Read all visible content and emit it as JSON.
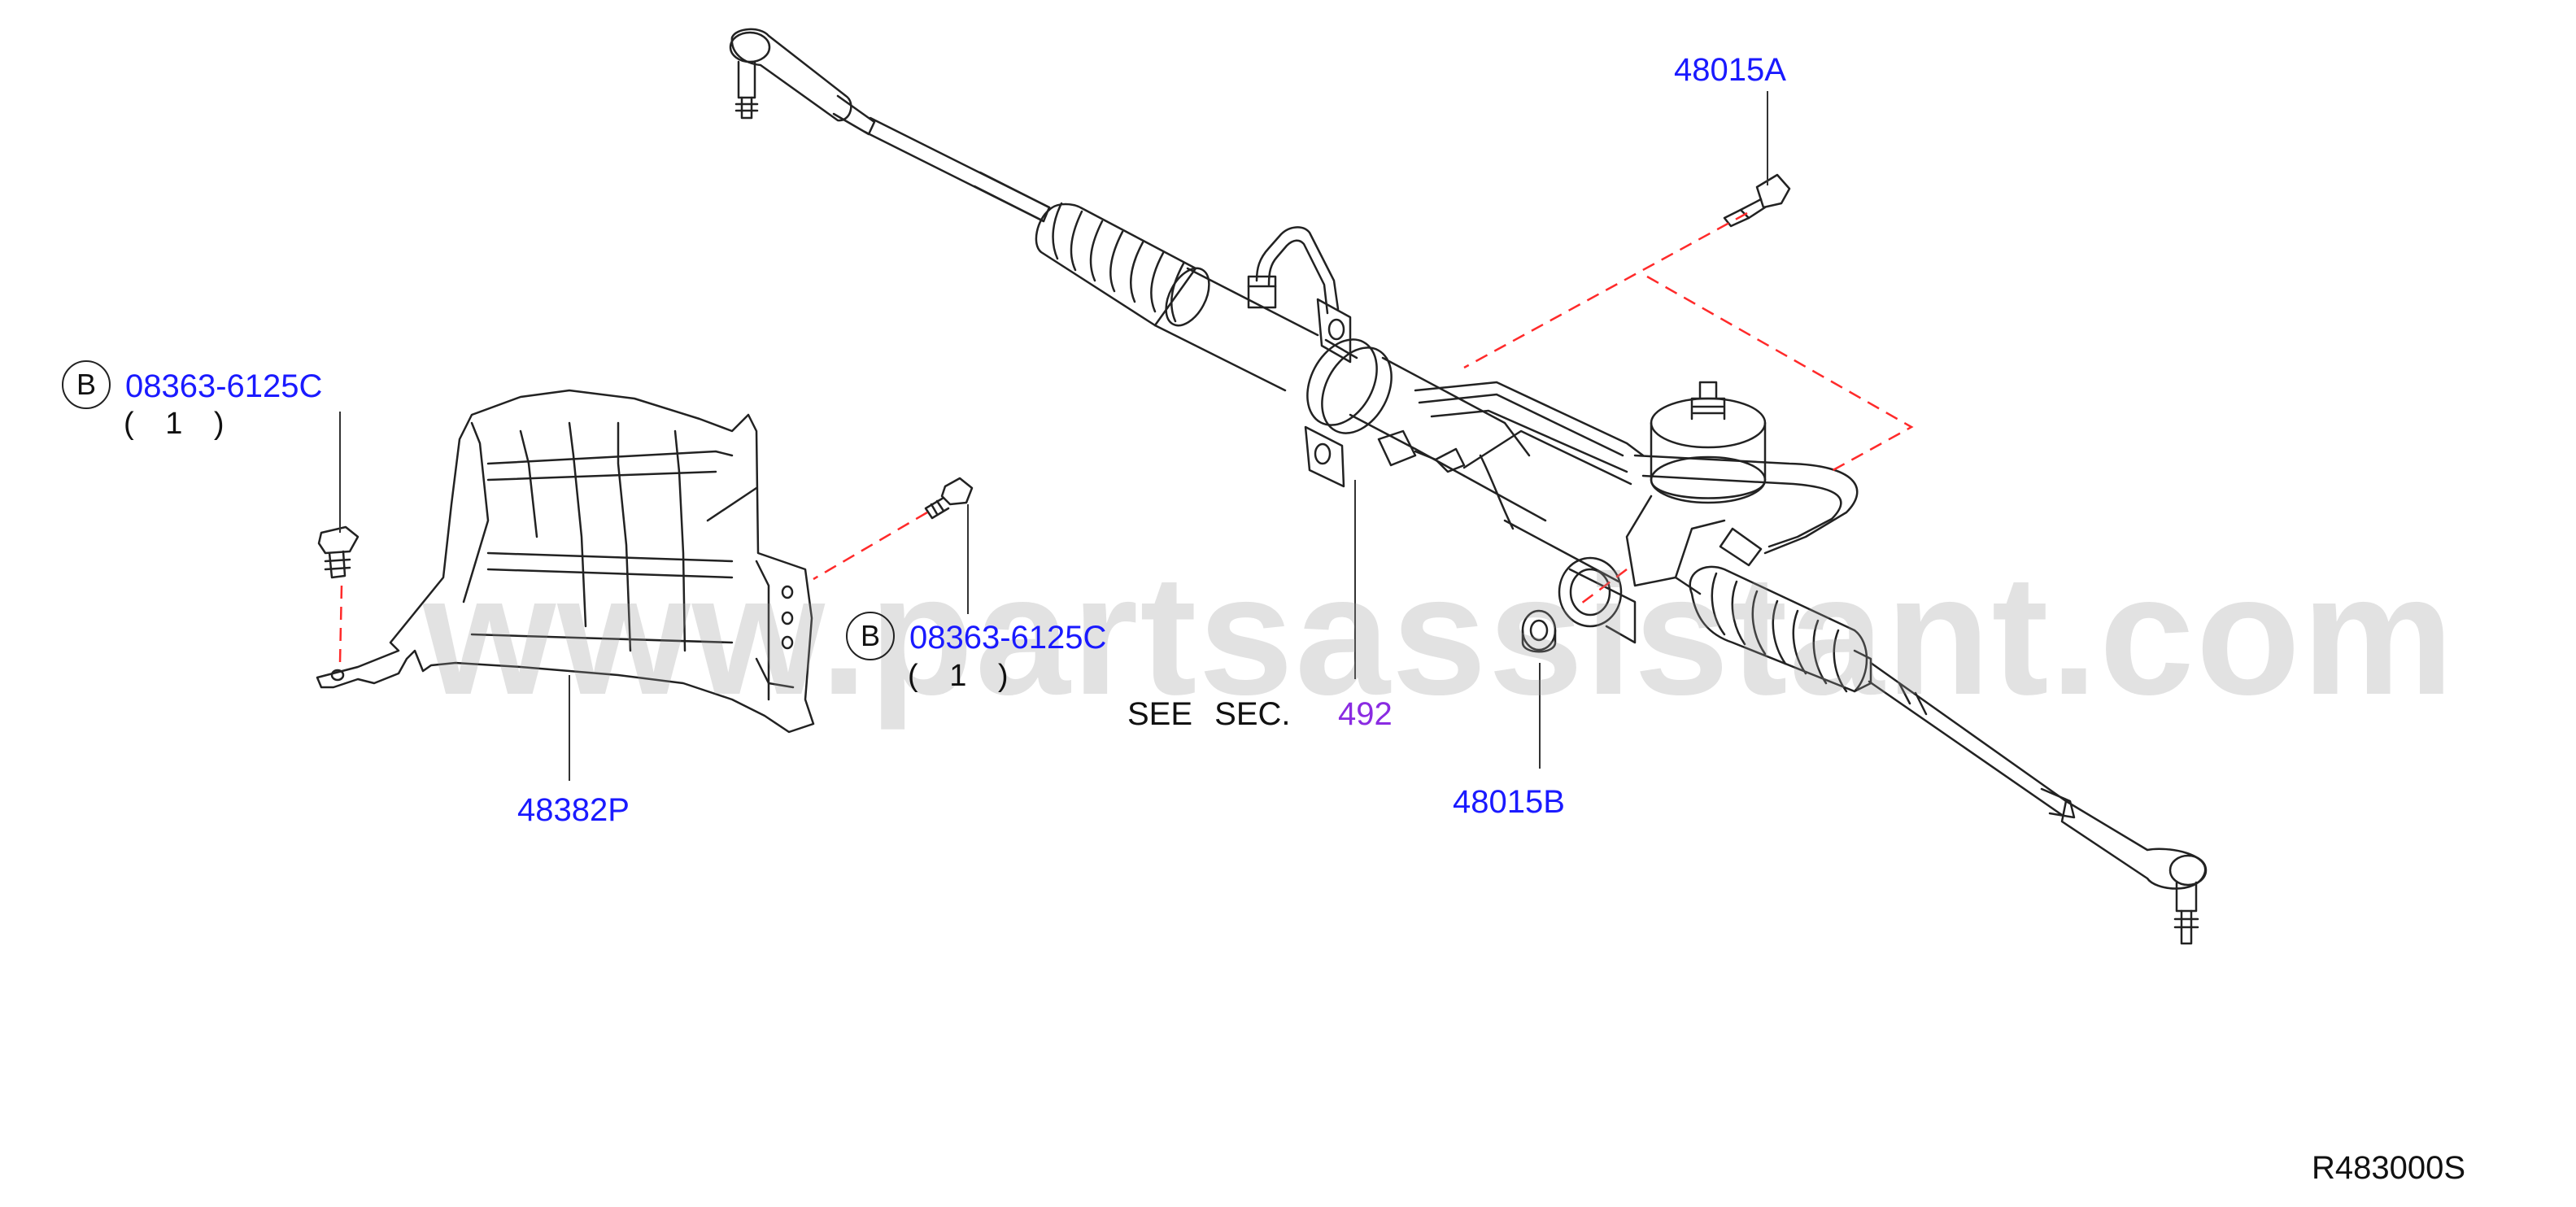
{
  "diagram": {
    "callouts": {
      "part_48015A": "48015A",
      "part_48015B": "48015B",
      "part_48382P": "48382P",
      "bolt_left": {
        "marker": "B",
        "number": "08363-6125C",
        "qty": "( 1 )"
      },
      "bolt_mid": {
        "marker": "B",
        "number": "08363-6125C",
        "qty": "( 1 )"
      },
      "see_sec_text": "SEE  SEC.",
      "see_sec_number": "492"
    },
    "diagram_code": "R483000S",
    "watermark": "www.partsassistant.com"
  },
  "colors": {
    "callout_blue": "#1a1aff",
    "section_purple": "#8a2be2",
    "dashed_red": "#ff2a2a",
    "linework": "#222222"
  }
}
